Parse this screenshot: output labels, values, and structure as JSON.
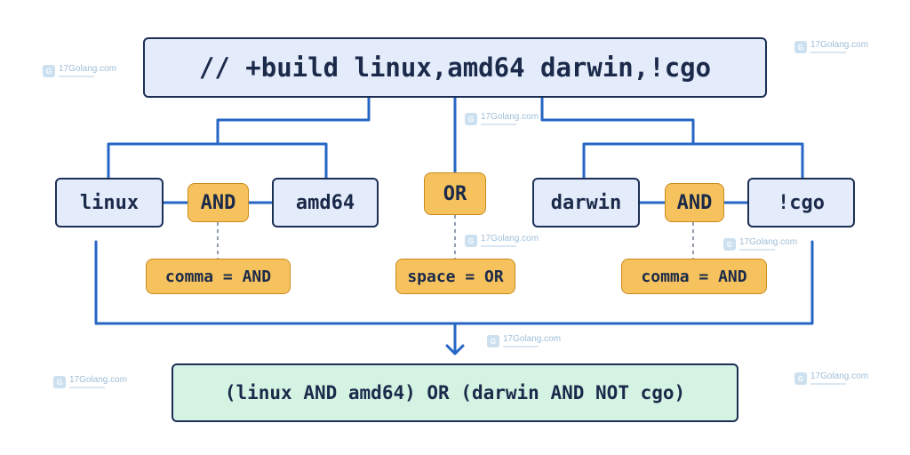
{
  "header": {
    "text": "// +build linux,amd64 darwin,!cgo"
  },
  "groups": {
    "left": {
      "term1": "linux",
      "operator": "AND",
      "term2": "amd64",
      "note": "comma = AND"
    },
    "middle": {
      "operator": "OR",
      "note": "space = OR"
    },
    "right": {
      "term1": "darwin",
      "operator": "AND",
      "term2": "!cgo",
      "note": "comma = AND"
    }
  },
  "result": {
    "text": "(linux AND amd64) OR (darwin AND NOT cgo)"
  },
  "watermark": {
    "text": "17Golang.com"
  },
  "colors": {
    "line": "#2566c4",
    "box_fill": "#e4ecfb",
    "operator_fill": "#f6c25d",
    "result_fill": "#d5f3e3",
    "text": "#1b2a4a"
  }
}
